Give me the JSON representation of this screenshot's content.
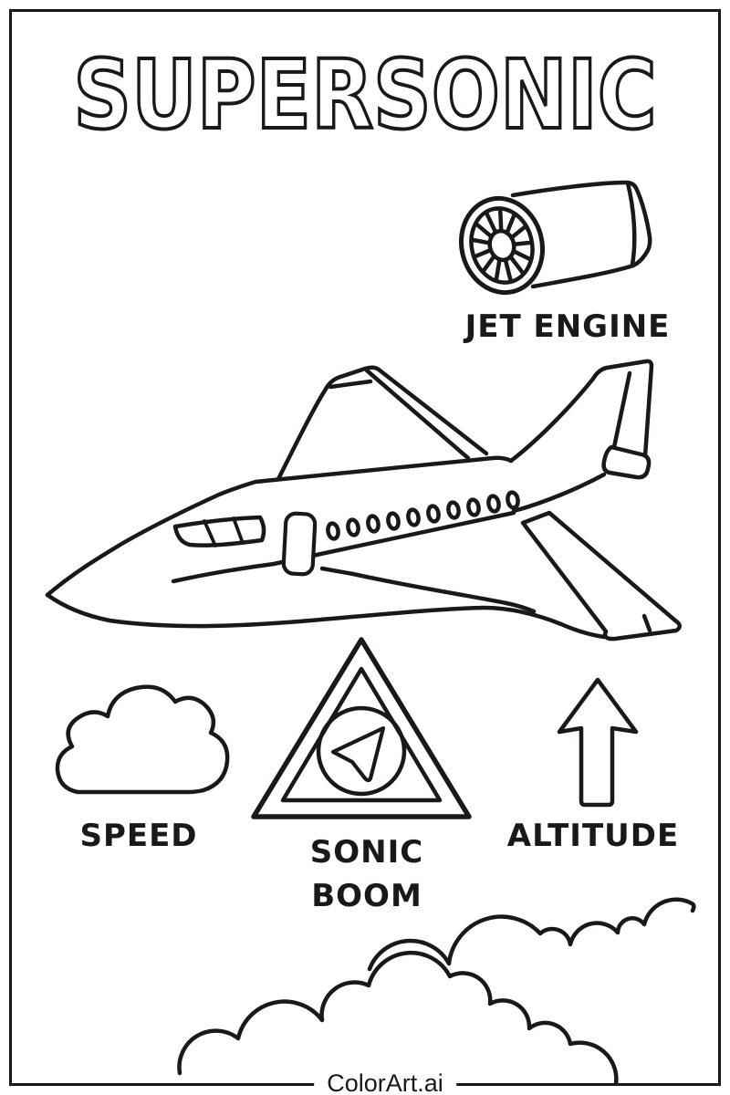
{
  "page": {
    "title": "SUPERSONIC",
    "footer_brand": "ColorArt.ai",
    "ink_color": "#1b1918",
    "paper_color": "#ffffff"
  },
  "labels": {
    "jet_engine": "JET ENGINE",
    "speed": "SPEED",
    "sonic_boom_line1": "SONIC",
    "sonic_boom_line2": "BOOM",
    "altitude": "ALTITUDE"
  },
  "illustrations": [
    "jet-engine-illustration",
    "supersonic-jet-illustration",
    "speed-cloud-illustration",
    "sonic-boom-triangle-illustration",
    "altitude-arrow-illustration",
    "bottom-clouds-illustration"
  ]
}
